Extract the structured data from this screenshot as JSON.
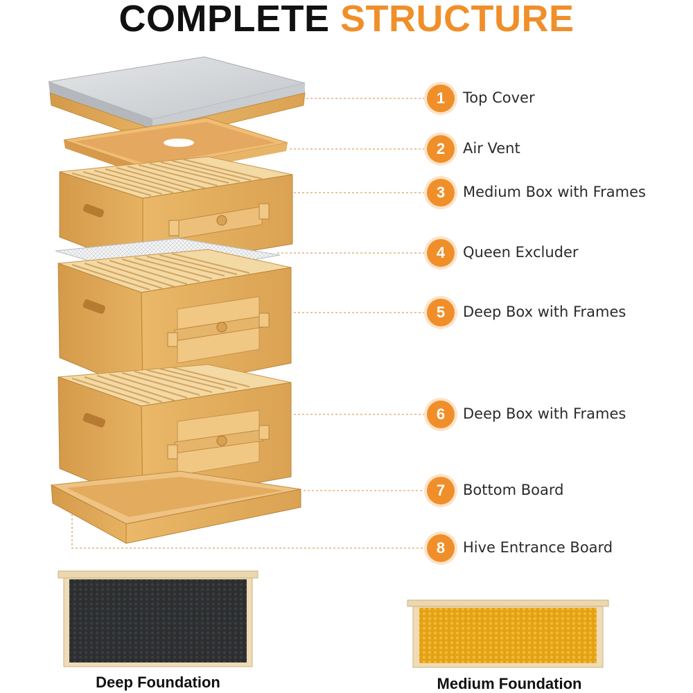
{
  "title": {
    "word1": "COMPLETE",
    "word2": "STRUCTURE"
  },
  "colors": {
    "accent": "#f08f2a",
    "badge_halo": "#fde3c8",
    "wood": "#e8b566",
    "wood_dark": "#c98f3c",
    "metal": "#d4d6d8",
    "leader_line": "#e0a060"
  },
  "parts": [
    {
      "number": "1",
      "label": "Top Cover"
    },
    {
      "number": "2",
      "label": "Air Vent"
    },
    {
      "number": "3",
      "label": "Medium Box with Frames"
    },
    {
      "number": "4",
      "label": "Queen Excluder"
    },
    {
      "number": "5",
      "label": "Deep Box with Frames"
    },
    {
      "number": "6",
      "label": "Deep Box with Frames"
    },
    {
      "number": "7",
      "label": "Bottom Board"
    },
    {
      "number": "8",
      "label": "Hive Entrance Board"
    }
  ],
  "foundations": {
    "deep": {
      "caption": "Deep Foundation",
      "color": "#2f3133"
    },
    "medium": {
      "caption": "Medium Foundation",
      "color": "#e8a81a"
    }
  }
}
